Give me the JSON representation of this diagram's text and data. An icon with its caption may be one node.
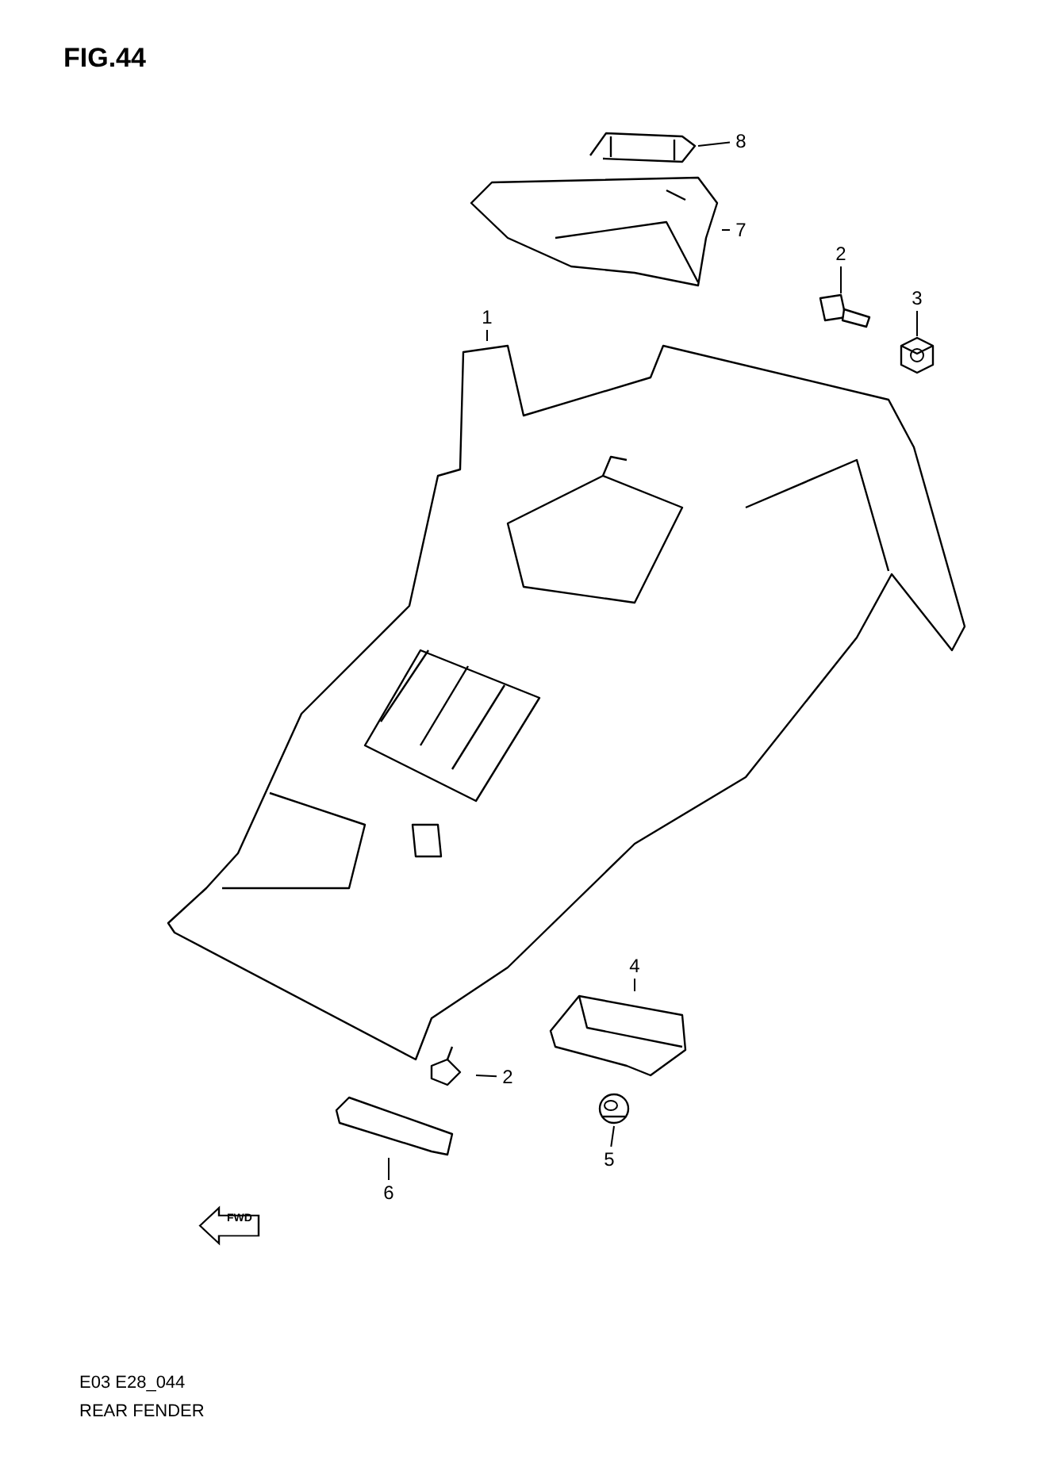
{
  "diagram": {
    "title": "FIG.44",
    "nodes": [
      {
        "text": [
          "8"
        ]
      },
      {
        "text": [
          "7"
        ]
      },
      {
        "text": [
          "2"
        ]
      },
      {
        "text": [
          "3"
        ]
      },
      {
        "text": [
          "1"
        ]
      },
      {
        "text": [
          "4"
        ]
      },
      {
        "text": [
          "2"
        ]
      },
      {
        "text": [
          "5"
        ]
      },
      {
        "text": [
          "6"
        ]
      },
      {
        "text": [],
        "shape": "picture"
      },
      {
        "text": [],
        "shape": "picture"
      },
      {
        "text": [],
        "shape": "picture"
      },
      {
        "text": [],
        "shape": "picture"
      },
      {
        "text": [],
        "shape": "picture"
      },
      {
        "text": [],
        "shape": "picture"
      },
      {
        "text": [],
        "shape": "picture"
      },
      {
        "text": [],
        "shape": "picture"
      },
      {
        "text": [],
        "shape": "picture"
      }
    ],
    "edges": [
      {
        "from": 0,
        "to": 9,
        "arrow": "none"
      },
      {
        "from": 1,
        "to": 10,
        "arrow": "none"
      },
      {
        "from": 2,
        "to": 11,
        "arrow": "none"
      },
      {
        "from": 3,
        "to": 12,
        "arrow": "none"
      },
      {
        "from": 4,
        "to": 13,
        "arrow": "none"
      },
      {
        "from": 5,
        "to": 14,
        "arrow": "none"
      },
      {
        "from": 6,
        "to": 15,
        "arrow": "none"
      },
      {
        "from": 7,
        "to": 16,
        "arrow": "none"
      },
      {
        "from": 8,
        "to": 17,
        "arrow": "none"
      }
    ],
    "labels": [
      "FWD",
      "E03 E28_044",
      "REAR FENDER"
    ]
  }
}
